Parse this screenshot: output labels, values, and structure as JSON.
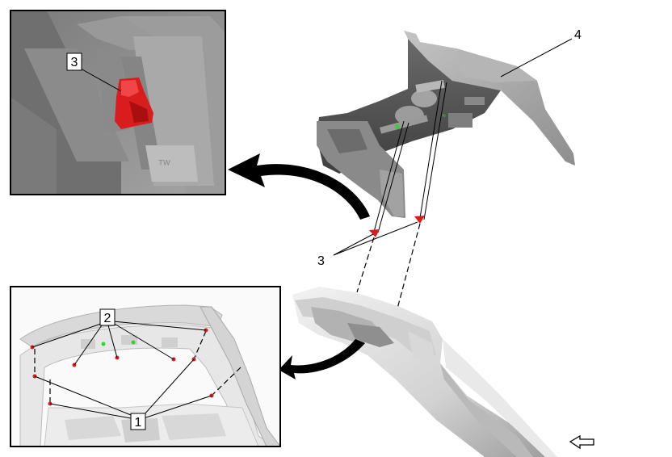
{
  "callouts": {
    "inset_top_3": "3",
    "inset_bottom_1": "1",
    "inset_bottom_2": "2",
    "main_3": "3",
    "main_4": "4"
  },
  "icons": {
    "direction_arrow": "hollow-left-arrow"
  },
  "colors": {
    "clip_red": "#d91c1c",
    "part_gray": "#a9a9a9",
    "inset_bg": "#8f8f8f",
    "panel_light": "#e2e2e2"
  }
}
